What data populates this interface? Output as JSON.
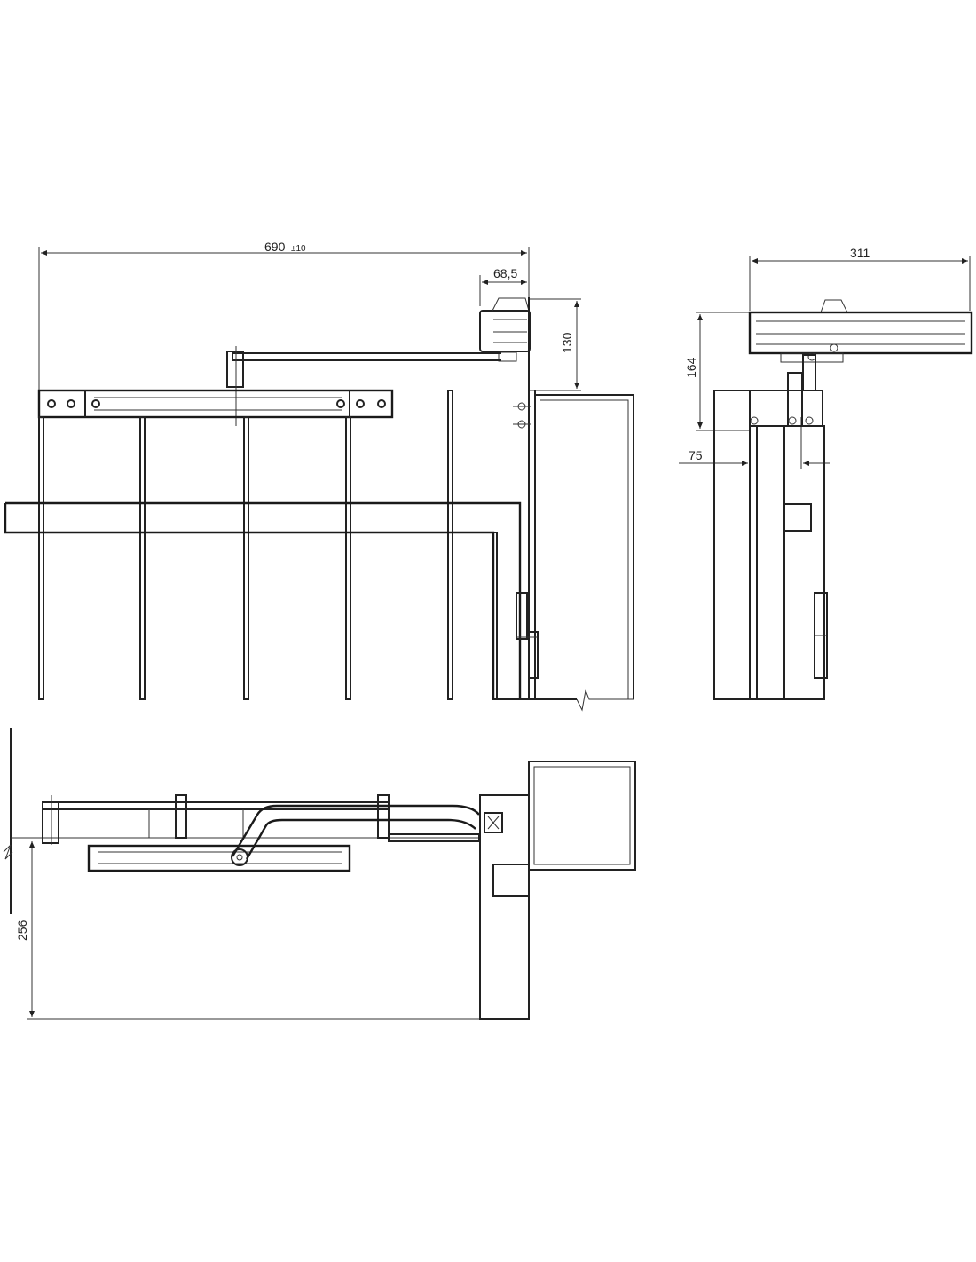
{
  "dimensions": {
    "front_width": "690",
    "front_width_tolerance": "±10",
    "closer_offset": "68,5",
    "closer_height": "130",
    "side_width": "311",
    "side_height": "164",
    "side_offset": "75",
    "top_depth": "256"
  },
  "colors": {
    "line": "#222222",
    "background": "#ffffff"
  }
}
